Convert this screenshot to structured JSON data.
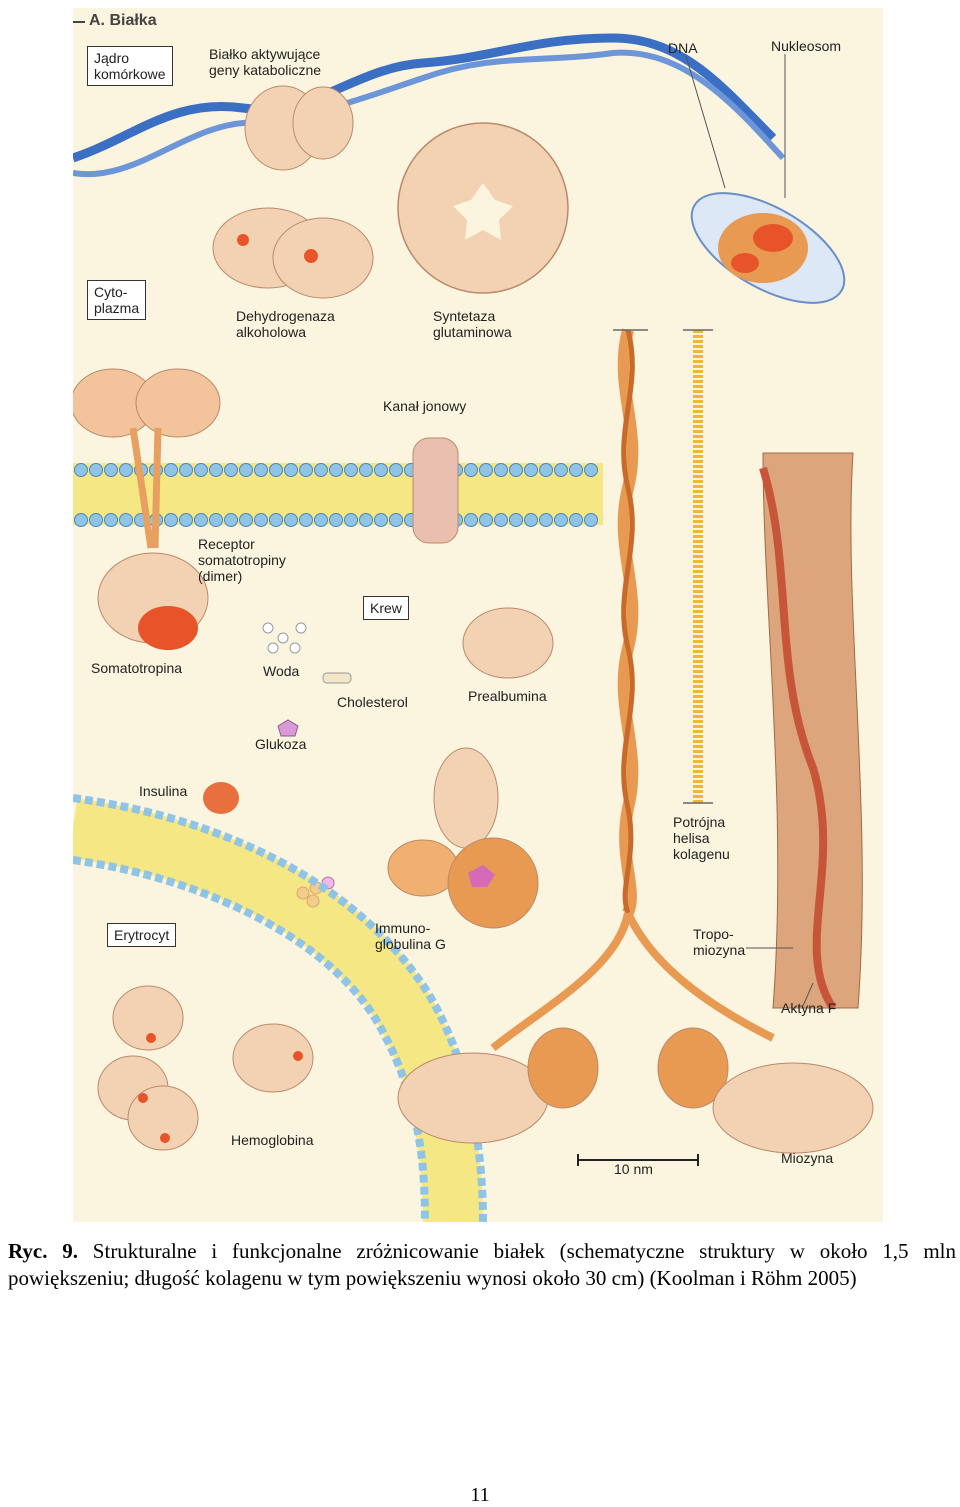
{
  "figure": {
    "section_title": "A. Białka",
    "labels": {
      "jadro": "Jądro\nkomórkowe",
      "bialko_aktywujace": "Białko aktywujące\ngeny kataboliczne",
      "dna": "DNA",
      "nukleosom": "Nukleosom",
      "cytoplazma": "Cyto-\nplazma",
      "dehydrogenaza": "Dehydrogenaza\nalkoholowa",
      "syntetaza": "Syntetaza\nglutaminowa",
      "kanal": "Kanał jonowy",
      "receptor": "Receptor\nsomatotropiny\n(dimer)",
      "krew": "Krew",
      "somatotropina": "Somatotropina",
      "woda": "Woda",
      "cholesterol": "Cholesterol",
      "prealbumina": "Prealbumina",
      "glukoza": "Glukoza",
      "insulina": "Insulina",
      "erytrocyt": "Erytrocyt",
      "immunoglobulina": "Immuno-\nglobulina G",
      "hemoglobina": "Hemoglobina",
      "potrojna": "Potrójna\nhelisa\nkolagenu",
      "tropomiozyna": "Tropo-\nmiozyna",
      "aktyna": "Aktyna F",
      "miozyna": "Miozyna",
      "skala": "10 nm"
    }
  },
  "caption": {
    "label": "Ryc. 9.",
    "text": " Strukturalne i funkcjonalne zróżnicowanie białek (schematyczne struktury w około 1,5 mln powiększeniu; długość kolagenu w tym powiększeniu wynosi około 30 cm) (Koolman i Röhm 2005)"
  },
  "page_number": "11",
  "colors": {
    "background": "#fbf4de",
    "protein_light": "#f3d2b4",
    "protein_orange": "#e89a52",
    "active_site": "#e8542a",
    "membrane_head": "#8fc4e6",
    "membrane_tail": "#f2dc3c",
    "dna": "#3a6fc4",
    "immunoglobulin_sugar": "#d46ab8"
  }
}
